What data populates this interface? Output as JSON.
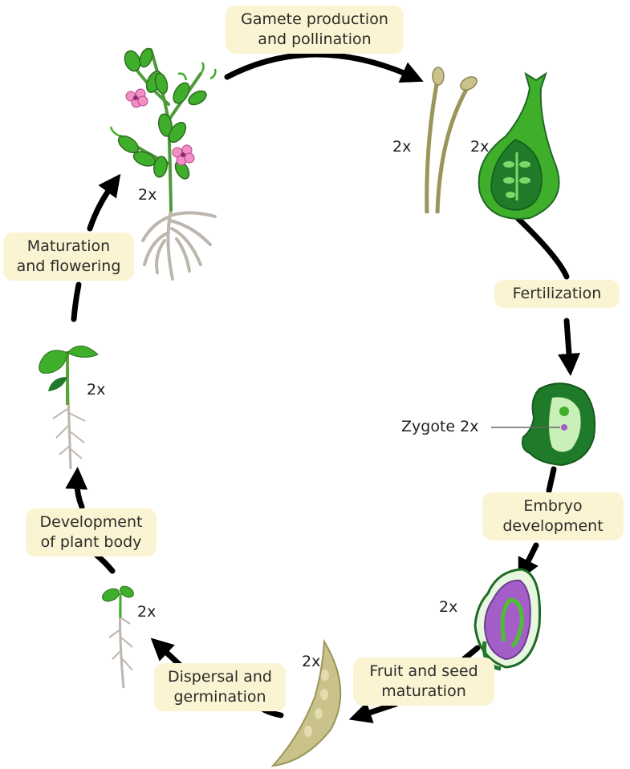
{
  "stages": {
    "gamete": [
      "Gamete production",
      "and pollination"
    ],
    "fertilization": [
      "Fertilization"
    ],
    "embryo": [
      "Embryo",
      "development"
    ],
    "fruit": [
      "Fruit and seed",
      "maturation"
    ],
    "dispersal": [
      "Dispersal and",
      "germination"
    ],
    "development": [
      "Development",
      "of plant body"
    ],
    "maturation": [
      "Maturation",
      "and flowering"
    ]
  },
  "ploidy": {
    "pollen": "2x",
    "pistil": "2x",
    "plant": "2x",
    "seedling": "2x",
    "sprout": "2x",
    "embryo_seed": "2x",
    "fruit_pod": "2x"
  },
  "zygote_label": "Zygote 2x",
  "colors": {
    "label_background": "#fbf4d2",
    "arrow": "#000000",
    "leaf_green": "#3fae2a",
    "dark_green": "#1f7a2a",
    "flower_pink": "#f28fc4",
    "embryo_purple": "#a35fc7",
    "pollen_tan": "#c9c28a",
    "root_gray": "#bdb6ad"
  }
}
